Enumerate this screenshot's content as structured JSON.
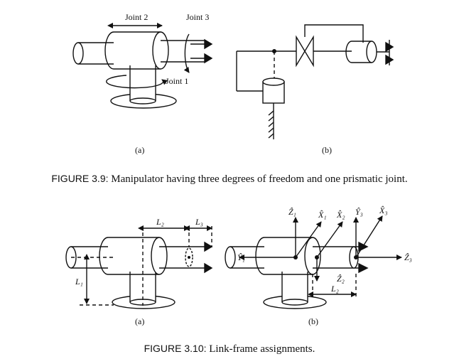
{
  "figure_3_9": {
    "number": "FIGURE 3.9:",
    "caption": "Manipulator having three degrees of freedom and one prismatic joint.",
    "labels": {
      "joint1": "Joint 1",
      "joint2": "Joint 2",
      "joint3": "Joint 3"
    },
    "sub_a": "(a)",
    "sub_b": "(b)"
  },
  "figure_3_10": {
    "number": "FIGURE 3.10:",
    "caption": "Link-frame assignments.",
    "dims": {
      "l1": "L₁",
      "l2": "L₂",
      "l3": "L₃",
      "l2b": "L₂"
    },
    "axes": {
      "z1": "Ẑ₁",
      "x1": "X̂₁",
      "x2": "X̂₂",
      "y3": "Ŷ₃",
      "x3": "X̂₃",
      "y1": "Ŷ₁",
      "z2": "Ẑ₂",
      "z3": "Ẑ₃"
    },
    "sub_a": "(a)",
    "sub_b": "(b)"
  }
}
